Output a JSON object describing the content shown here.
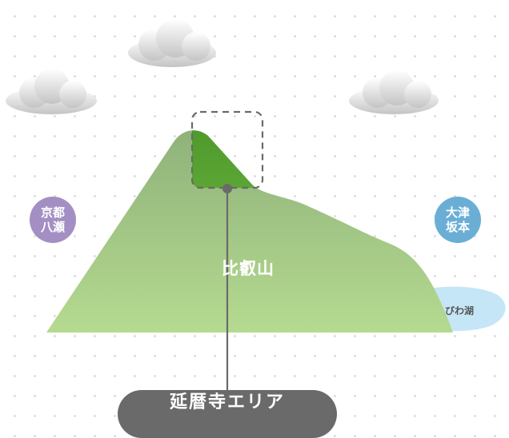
{
  "labels": {
    "kyoto_yase": [
      "京都",
      "八瀬"
    ],
    "otsu_sakamoto": [
      "大津",
      "坂本"
    ],
    "lake": "びわ湖",
    "mountain": "比叡山",
    "area_button": "延暦寺エリア"
  },
  "colors": {
    "mountain_top": "#97bb7c",
    "mountain_bottom": "#b3d98e",
    "highlight": "#6fb63c",
    "lake": "#c5e6f7",
    "kyoto_badge": "#a48fc4",
    "otsu_badge": "#6aaed6",
    "pin": "#6a6a6a"
  },
  "icons": {
    "clouds": [
      "cloud-icon",
      "cloud-icon",
      "cloud-icon"
    ]
  }
}
